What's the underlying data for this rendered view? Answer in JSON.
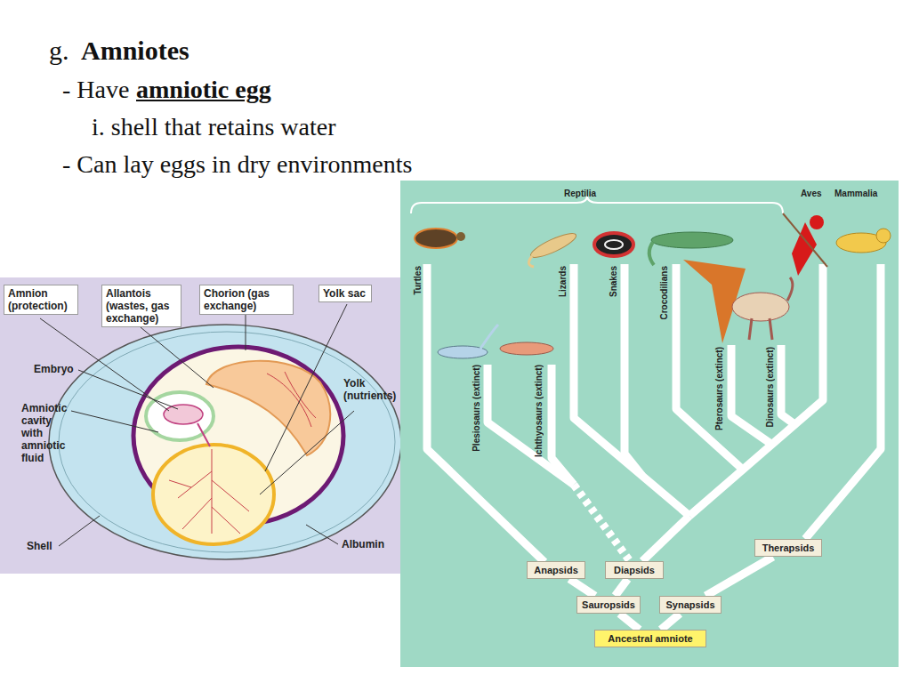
{
  "diagram": {
    "title": "Amniotes",
    "nodes": [
      {
        "text": [
          "Amnion (protection)"
        ]
      },
      {
        "text": [
          "Allantois (wastes, gas exchange)"
        ]
      },
      {
        "text": [
          "Chorion (gas exchange)"
        ]
      },
      {
        "text": [
          "Yolk sac"
        ]
      },
      {
        "text": [
          "Anapsids"
        ]
      },
      {
        "text": [
          "Diapsids"
        ]
      },
      {
        "text": [
          "Therapsids"
        ]
      },
      {
        "text": [
          "Sauropsids"
        ]
      },
      {
        "text": [
          "Synapsids"
        ]
      },
      {
        "text": [
          "Ancestral amniote"
        ]
      }
    ],
    "edges": [
      {
        "from": 9,
        "to": 7,
        "arrow": "none"
      },
      {
        "from": 9,
        "to": 8,
        "arrow": "none"
      },
      {
        "from": 7,
        "to": 4,
        "arrow": "none"
      },
      {
        "from": 7,
        "to": 5,
        "arrow": "none"
      },
      {
        "from": 8,
        "to": 6,
        "arrow": "none"
      }
    ],
    "labels": [
      "g.",
      "- Have",
      "amniotic egg",
      "i. shell that retains water",
      "- Can lay eggs in dry environments",
      "Embryo",
      "Amniotic cavity with amniotic fluid",
      "Yolk (nutrients)",
      "Shell",
      "Albumin",
      "Reptilia",
      "Aves",
      "Mammalia",
      "Turtles",
      "Plesiosaurs (extinct)",
      "Ichthyosaurs (extinct)",
      "Lizards",
      "Snakes",
      "Crocodilians",
      "Pterosaurs (extinct)",
      "Dinosaurs (extinct)"
    ]
  }
}
